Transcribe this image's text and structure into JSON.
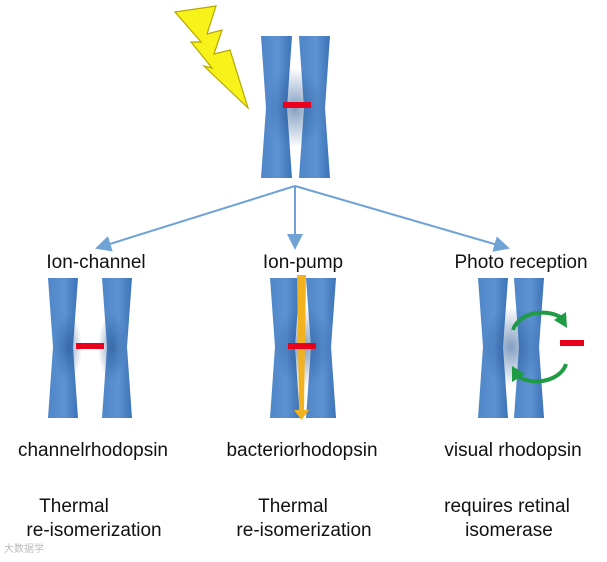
{
  "top_protein": {
    "label": ""
  },
  "branches": [
    {
      "title": "Ion-channel",
      "protein": "channelrhodopsin",
      "note_line1": "Thermal",
      "note_line2": "re-isomerization"
    },
    {
      "title": "Ion-pump",
      "protein": "bacteriorhodopsin",
      "note_line1": "Thermal",
      "note_line2": "re-isomerization"
    },
    {
      "title": "Photo reception",
      "protein": "visual rhodopsin",
      "note_line1": "requires retinal",
      "note_line2": "isomerase"
    }
  ],
  "watermark": "大数据学",
  "colors": {
    "helix_light": "#5b8fcf",
    "helix_dark": "#2a5c9c",
    "arrow": "#6fa3d6",
    "retinal": "#e8001c",
    "lightning_fill": "#f7f31a",
    "lightning_stroke": "#b7a800",
    "pump_arrow": "#f2b21f",
    "cycle_arrow": "#1f9a45"
  },
  "icons": [
    "lightning-bolt-icon",
    "pump-direction-arrow-icon",
    "isomerization-cycle-icon"
  ]
}
